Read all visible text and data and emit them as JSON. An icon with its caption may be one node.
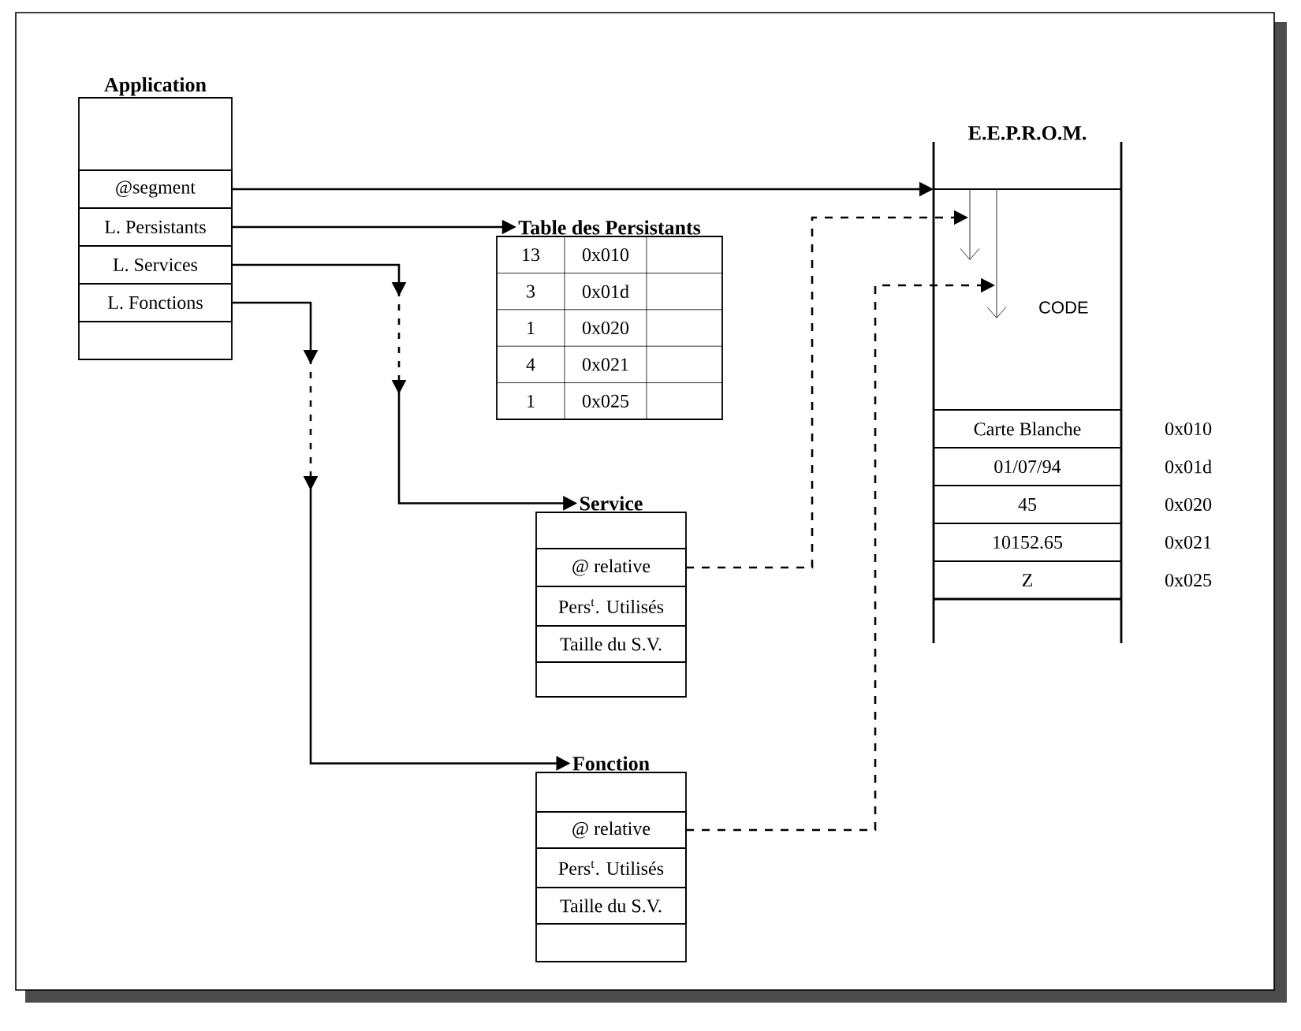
{
  "diagram": {
    "nodes": [
      {
        "text": [
          "Application"
        ]
      },
      {
        "text": [
          "@segment"
        ],
        "in": 0
      },
      {
        "text": [
          "L. Persistants"
        ],
        "in": 0
      },
      {
        "text": [
          "L. Services"
        ],
        "in": 0
      },
      {
        "text": [
          "L. Fonctions"
        ],
        "in": 0
      },
      {
        "text": [
          "Table des Persistants"
        ]
      },
      {
        "text": [
          "E.E.P.R.O.M."
        ]
      },
      {
        "text": [
          "CODE"
        ],
        "in": 6
      },
      {
        "text": [
          "Carte Blanche"
        ],
        "in": 6,
        "beside": [
          "0x010"
        ]
      },
      {
        "text": [
          "01/07/94"
        ],
        "in": 6,
        "beside": [
          "0x01d"
        ]
      },
      {
        "text": [
          "45"
        ],
        "in": 6,
        "beside": [
          "0x020"
        ]
      },
      {
        "text": [
          "10152.65"
        ],
        "in": 6,
        "beside": [
          "0x021"
        ]
      },
      {
        "text": [
          "Z"
        ],
        "in": 6,
        "beside": [
          "0x025"
        ]
      },
      {
        "text": [
          "Service"
        ]
      },
      {
        "text": [
          "@ relative"
        ],
        "in": 13
      },
      {
        "text": [
          "Pers$^{t}$. Utilisés"
        ],
        "in": 13
      },
      {
        "text": [
          "Taille du S.V."
        ],
        "in": 13
      },
      {
        "text": [
          "Fonction"
        ]
      },
      {
        "text": [
          "@ relative"
        ],
        "in": 17
      },
      {
        "text": [
          "Pers$^{t}$. Utilisés"
        ],
        "in": 17
      },
      {
        "text": [
          "Taille du S.V."
        ],
        "in": 17
      }
    ],
    "edges": [
      {
        "from": 1,
        "to": 7,
        "arrow": "to"
      },
      {
        "from": 2,
        "to": 5,
        "arrow": "to"
      },
      {
        "from": 3,
        "to": 13,
        "arrow": "to",
        "style": "dashed"
      },
      {
        "from": 4,
        "to": 17,
        "arrow": "to",
        "style": "dashed"
      },
      {
        "from": 14,
        "to": 7,
        "arrow": "to",
        "style": "dashed"
      },
      {
        "from": 18,
        "to": 7,
        "arrow": "to",
        "style": "dashed"
      }
    ],
    "labels": [
      "13",
      "0x010",
      "3",
      "0x01d",
      "1",
      "0x020",
      "4",
      "0x021",
      "1",
      "0x025"
    ]
  }
}
